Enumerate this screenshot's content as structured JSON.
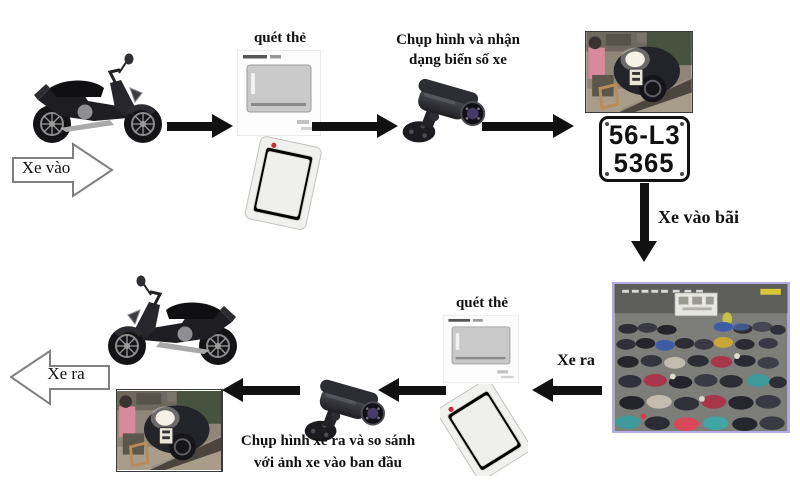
{
  "labels": {
    "entry_badge": "Xe vào",
    "scan_in": "quét thẻ",
    "capture_in": [
      "Chụp hình và nhận",
      "dạng biển số xe"
    ],
    "plate": [
      "56-L3",
      "5365"
    ],
    "enter_lot": "Xe vào bãi",
    "exit_from_lot": "Xe ra",
    "scan_out": "quét thẻ",
    "capture_out": [
      "Chụp hình xe ra và so sánh",
      "với ảnh xe vào ban đầu"
    ],
    "exit_badge": "Xe ra"
  },
  "figures": {
    "motorbike_in": "motorbike-side-photo",
    "prox_card_in": "proximity-card-image",
    "card_reader_in": "rfid-reader-image",
    "camera_in": "cctv-camera-image",
    "bike_rear_photo_in": "captured-bike-rear-photo",
    "license_plate": "license-plate-graphic",
    "parking_lot": "parking-lot-cctv-photo",
    "prox_card_out": "proximity-card-image",
    "card_reader_out": "rfid-reader-image",
    "camera_out": "cctv-camera-image",
    "motorbike_out": "motorbike-side-photo",
    "bike_rear_photo_out": "captured-bike-rear-photo"
  },
  "colors": {
    "background": "#ffffff",
    "arrow": "#111111",
    "text": "#111111",
    "outline_arrow_stroke": "#808080",
    "plate_border": "#111111",
    "lot_border": "#b3abe4"
  }
}
